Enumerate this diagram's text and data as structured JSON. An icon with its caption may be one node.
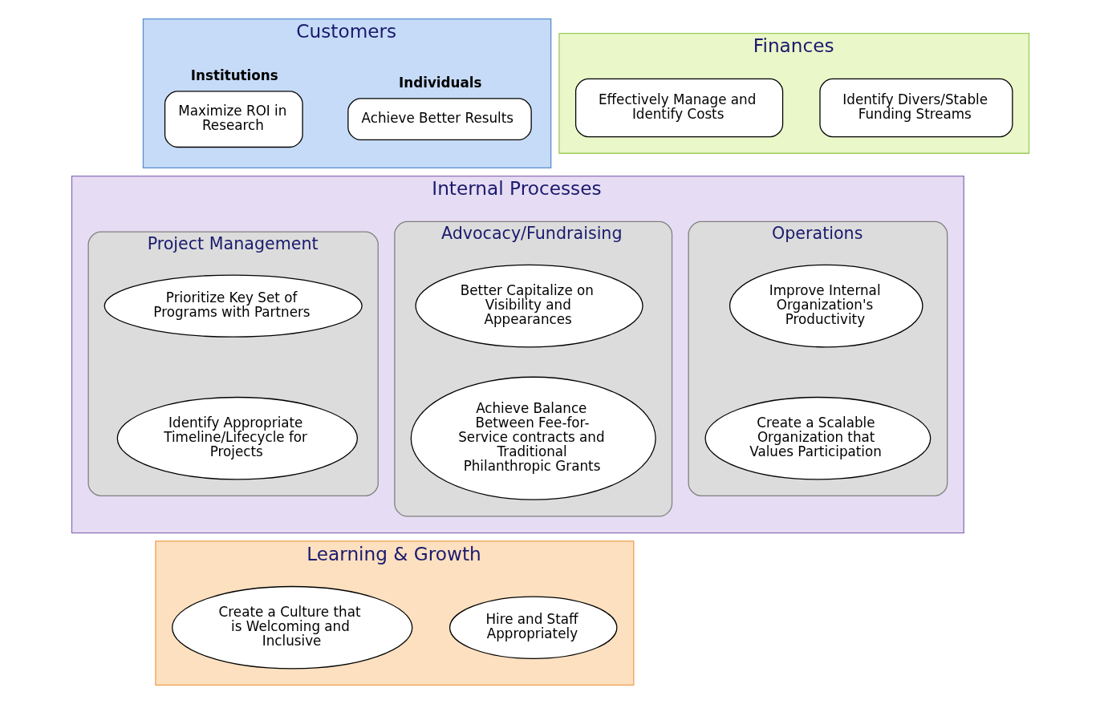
{
  "diagram": {
    "nodes": [
      {
        "text": [
          "Customers"
        ]
      },
      {
        "text": [
          "Individuals",
          "Achieve Better Results"
        ],
        "in": 0
      },
      {
        "text": [
          "Institutions",
          "Maximize ROI in Research"
        ],
        "in": 0
      },
      {
        "text": [
          "Finances"
        ]
      },
      {
        "text": [
          "Identify Divers/Stable Funding Streams"
        ],
        "in": 3
      },
      {
        "text": [
          "Effectively Manage and Identify Costs"
        ],
        "in": 3
      },
      {
        "text": [
          "Internal Processes"
        ]
      },
      {
        "text": [
          "Advocacy/Fundraising"
        ],
        "in": 6
      },
      {
        "text": [
          "Better Capitalize on Visibility and Appearances"
        ],
        "in": 7
      },
      {
        "text": [
          "Achieve Balance Between Fee-for-Service contracts and Traditional Philanthropic Grants"
        ],
        "in": 7
      },
      {
        "text": [
          "Project Management"
        ],
        "in": 6
      },
      {
        "text": [
          "Prioritize Key Set of Programs with Partners"
        ],
        "in": 10
      },
      {
        "text": [
          "Identify Appropriate Timeline/Lifecycle for Projects"
        ],
        "in": 10
      },
      {
        "text": [
          "Operations"
        ],
        "in": 6
      },
      {
        "text": [
          "Improve Internal Organization's Productivity"
        ],
        "in": 13
      },
      {
        "text": [
          "Create a Scalable Organization that Values Participation"
        ],
        "in": 13
      },
      {
        "text": [
          "Learning & Growth"
        ]
      },
      {
        "text": [
          "Hire and Staff Appropriately"
        ],
        "in": 16
      },
      {
        "text": [
          "Create a Culture that is Welcoming and Inclusive"
        ],
        "in": 16
      }
    ],
    "edges": []
  }
}
